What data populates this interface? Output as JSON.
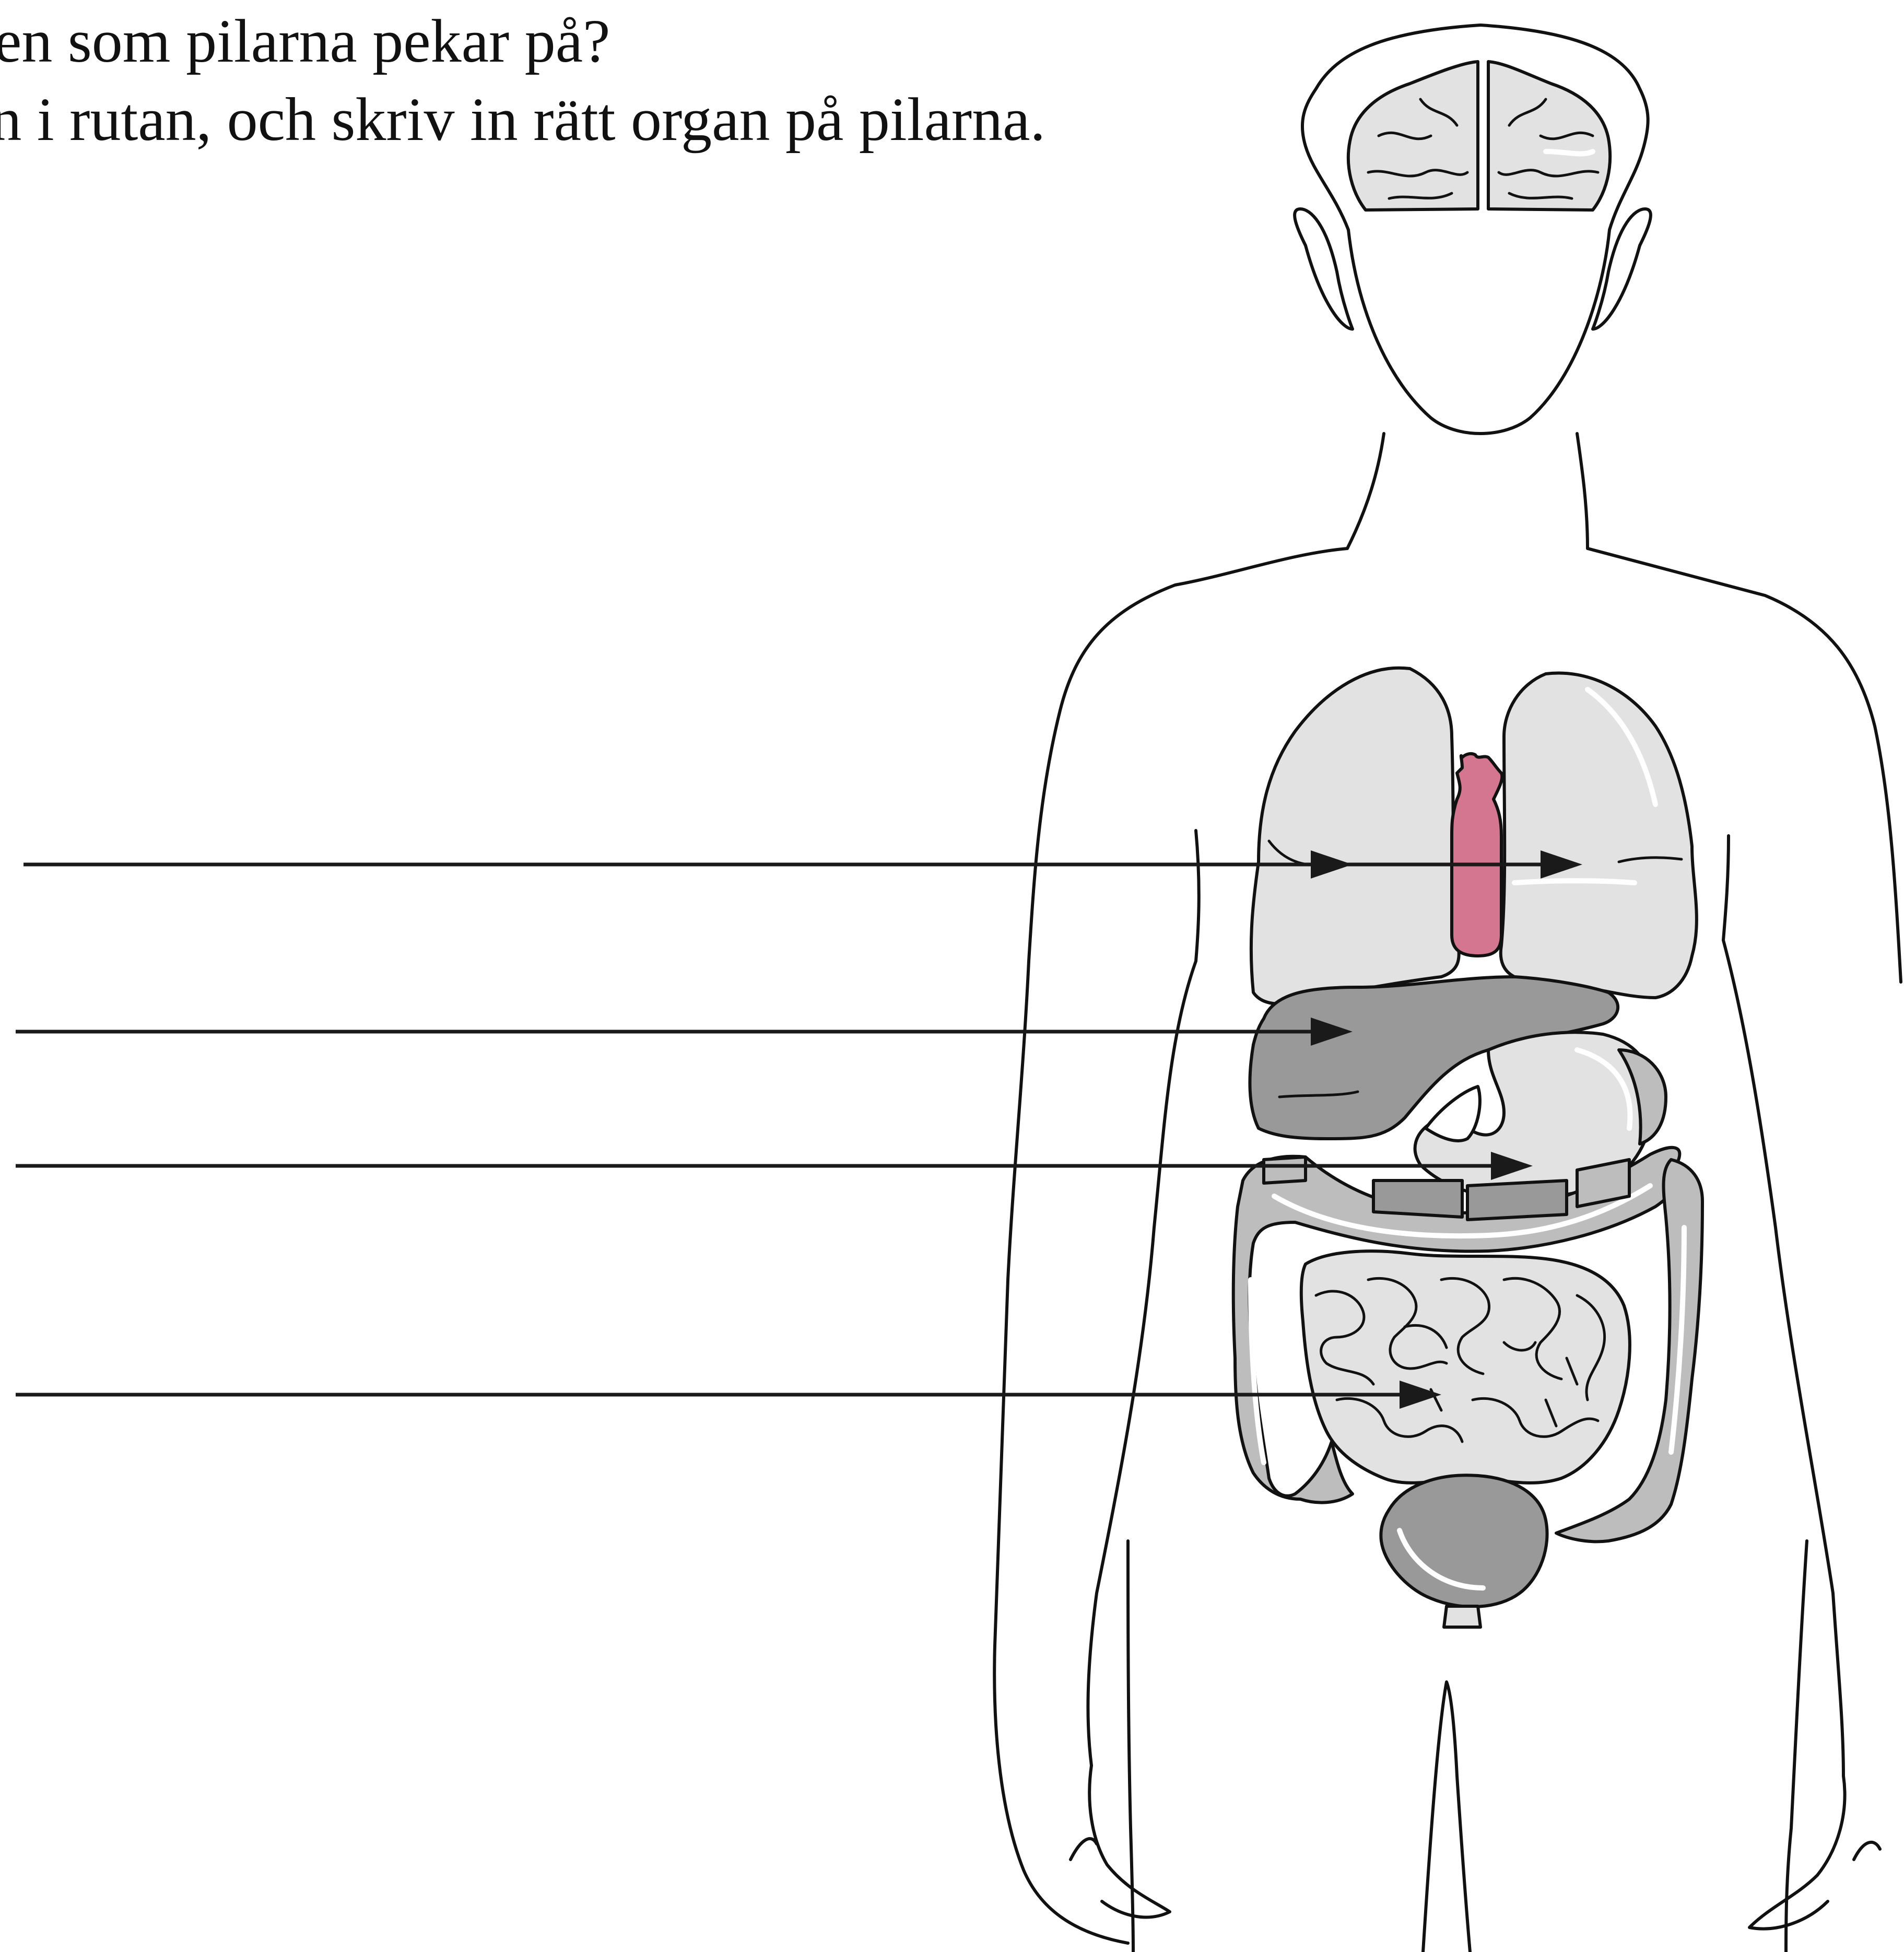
{
  "instructions": {
    "line1": "nen som pilarna pekar på?",
    "line2": "en i rutan, och skriv in rätt organ på pilarna."
  },
  "colors": {
    "outline": "#111111",
    "organ_light": "#e2e2e2",
    "organ_mid": "#bdbdbd",
    "organ_dark": "#999999",
    "trachea": "#d4768f",
    "arrow": "#1a1a1a"
  },
  "figure": {
    "type": "human-body-organ-diagram",
    "organs": [
      "brain-icon",
      "lung-icon",
      "trachea-icon",
      "liver-icon",
      "stomach-icon",
      "colon-icon",
      "small-intestine-icon",
      "bladder-icon"
    ],
    "answer_arrows": 4,
    "lung_arrow_heads": 2
  }
}
